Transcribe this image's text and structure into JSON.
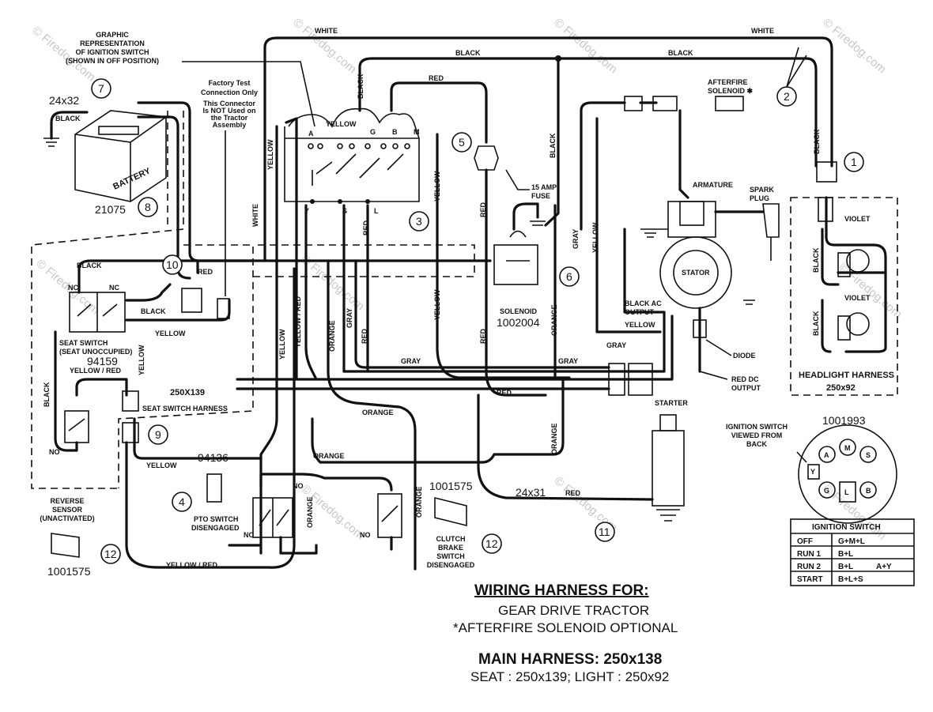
{
  "watermark": "© Firedog.com",
  "wire_labels": {
    "white": "WHITE",
    "black": "BLACK",
    "red": "RED",
    "yellow": "YELLOW",
    "gray": "GRAY",
    "orange": "ORANGE",
    "violet": "VIOLET",
    "yellow_red": "YELLOW / RED",
    "black_ac": "BLACK AC",
    "output": "OUTPUT"
  },
  "annotations": {
    "graphic_rep": [
      "GRAPHIC",
      "REPRESENTATION",
      "OF IGNITION SWITCH",
      "(SHOWN IN OFF POSITION)"
    ],
    "factory_test": [
      "Factory Test",
      "Connection Only"
    ],
    "factory_note": [
      "This Connector",
      "Is NOT Used on",
      "the Tractor",
      "Assembly"
    ],
    "afterfire": [
      "AFTERFIRE",
      "SOLENOID ✱"
    ],
    "fuse": [
      "15 AMP",
      "FUSE"
    ],
    "armature": "ARMATURE",
    "spark_plug": [
      "SPARK",
      "PLUG"
    ],
    "stator": "STATOR",
    "diode": "DIODE",
    "red_dc": [
      "RED DC",
      "OUTPUT"
    ],
    "battery": "BATTERY",
    "solenoid": "SOLENOID",
    "starter": "STARTER",
    "seat_switch": [
      "SEAT SWITCH",
      "(SEAT UNOCCUPIED)"
    ],
    "seat_harness": [
      "250X139",
      "SEAT SWITCH HARNESS"
    ],
    "headlight_harness": [
      "HEADLIGHT HARNESS",
      "250x92"
    ],
    "reverse_sensor": [
      "REVERSE",
      "SENSOR",
      "(UNACTIVATED)"
    ],
    "pto_switch": [
      "PTO SWITCH",
      "DISENGAGED"
    ],
    "clutch_brake": [
      "CLUTCH",
      "BRAKE",
      "SWITCH",
      "DISENGAGED"
    ],
    "ign_viewed": [
      "IGNITION SWITCH",
      "VIEWED FROM",
      "BACK"
    ],
    "nc": "NC",
    "no": "NO"
  },
  "part_numbers": {
    "battery_cable": "24x32",
    "battery": "21075",
    "solenoid": "1002004",
    "seat_switch": "94159",
    "pto": "94136",
    "clutch": "1001575",
    "reverse": "1001575",
    "ignition": "1001993",
    "starter_cable": "24x31"
  },
  "callouts": [
    "1",
    "2",
    "3",
    "4",
    "5",
    "6",
    "7",
    "8",
    "9",
    "10",
    "11",
    "12",
    "12"
  ],
  "terminals": [
    "A",
    "G",
    "B",
    "M",
    "Y",
    "S",
    "L"
  ],
  "ignition_table": {
    "title": "IGNITION SWITCH",
    "rows": [
      [
        "OFF",
        "G+M+L",
        ""
      ],
      [
        "RUN 1",
        "B+L",
        ""
      ],
      [
        "RUN 2",
        "B+L",
        "A+Y"
      ],
      [
        "START",
        "B+L+S",
        ""
      ]
    ]
  },
  "title_block": {
    "title": "WIRING HARNESS FOR:",
    "line1": "GEAR DRIVE TRACTOR",
    "line2": "*AFTERFIRE SOLENOID OPTIONAL",
    "main": "MAIN HARNESS: 250x138",
    "sub": "SEAT : 250x139;    LIGHT : 250x92"
  },
  "colors": {
    "ink": "#111111",
    "watermark": "#c8c8c8",
    "background": "#ffffff"
  }
}
